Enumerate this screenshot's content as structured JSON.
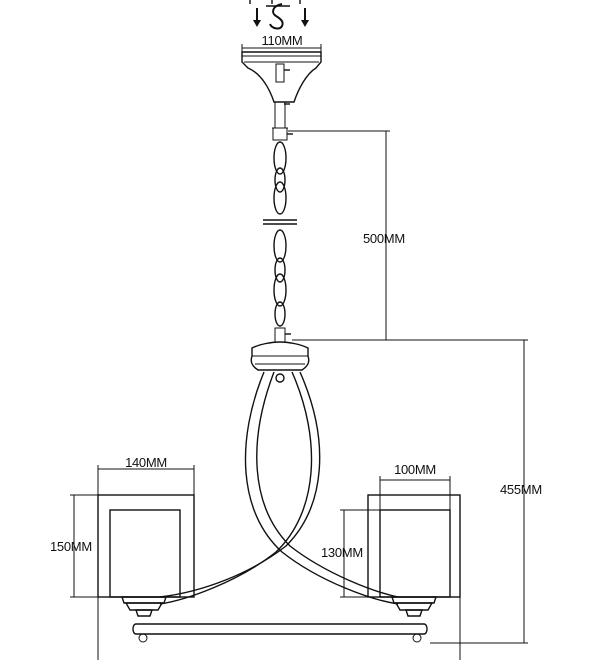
{
  "dimensions": {
    "canopy_width": "110MM",
    "chain_length": "500MM",
    "body_height": "455MM",
    "left_shade_width": "140MM",
    "left_shade_height": "150MM",
    "right_shade_width": "100MM",
    "right_shade_height": "130MM"
  }
}
